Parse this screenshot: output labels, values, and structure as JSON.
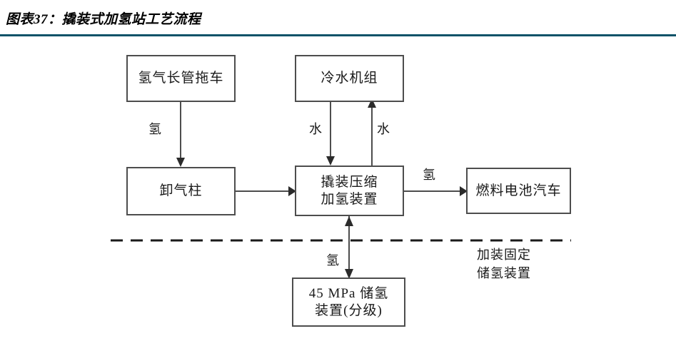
{
  "header": {
    "figure_title": "图表37：撬装式加氢站工艺流程",
    "rule_color": "#0c5268"
  },
  "diagram": {
    "type": "process-flow",
    "nodes": [
      {
        "id": "trailer",
        "label": "氢气长管拖车"
      },
      {
        "id": "chiller",
        "label": "冷水机组"
      },
      {
        "id": "unloader",
        "label": "卸气柱"
      },
      {
        "id": "skid",
        "label_line1": "撬装压缩",
        "label_line2": "加氢装置"
      },
      {
        "id": "vehicle",
        "label": "燃料电池汽车"
      },
      {
        "id": "storage",
        "label_line1": "45 MPa 储氢",
        "label_line2": "装置(分级)"
      }
    ],
    "edges": [
      {
        "id": "trailer-to-unloader",
        "label": "氢",
        "direction": "down"
      },
      {
        "id": "chiller-to-skid",
        "label": "水",
        "direction": "down"
      },
      {
        "id": "skid-to-chiller",
        "label": "水",
        "direction": "up"
      },
      {
        "id": "unloader-to-skid",
        "label": "",
        "direction": "right"
      },
      {
        "id": "skid-to-vehicle",
        "label": "氢",
        "direction": "right"
      },
      {
        "id": "storage-skid",
        "label": "氢",
        "direction": "both"
      }
    ],
    "annotation": {
      "line1": "加装固定",
      "line2": "储氢装置"
    },
    "divider": {
      "style": "dashed",
      "color": "#1a1a1a"
    },
    "line_color": "#4d4d4d"
  }
}
